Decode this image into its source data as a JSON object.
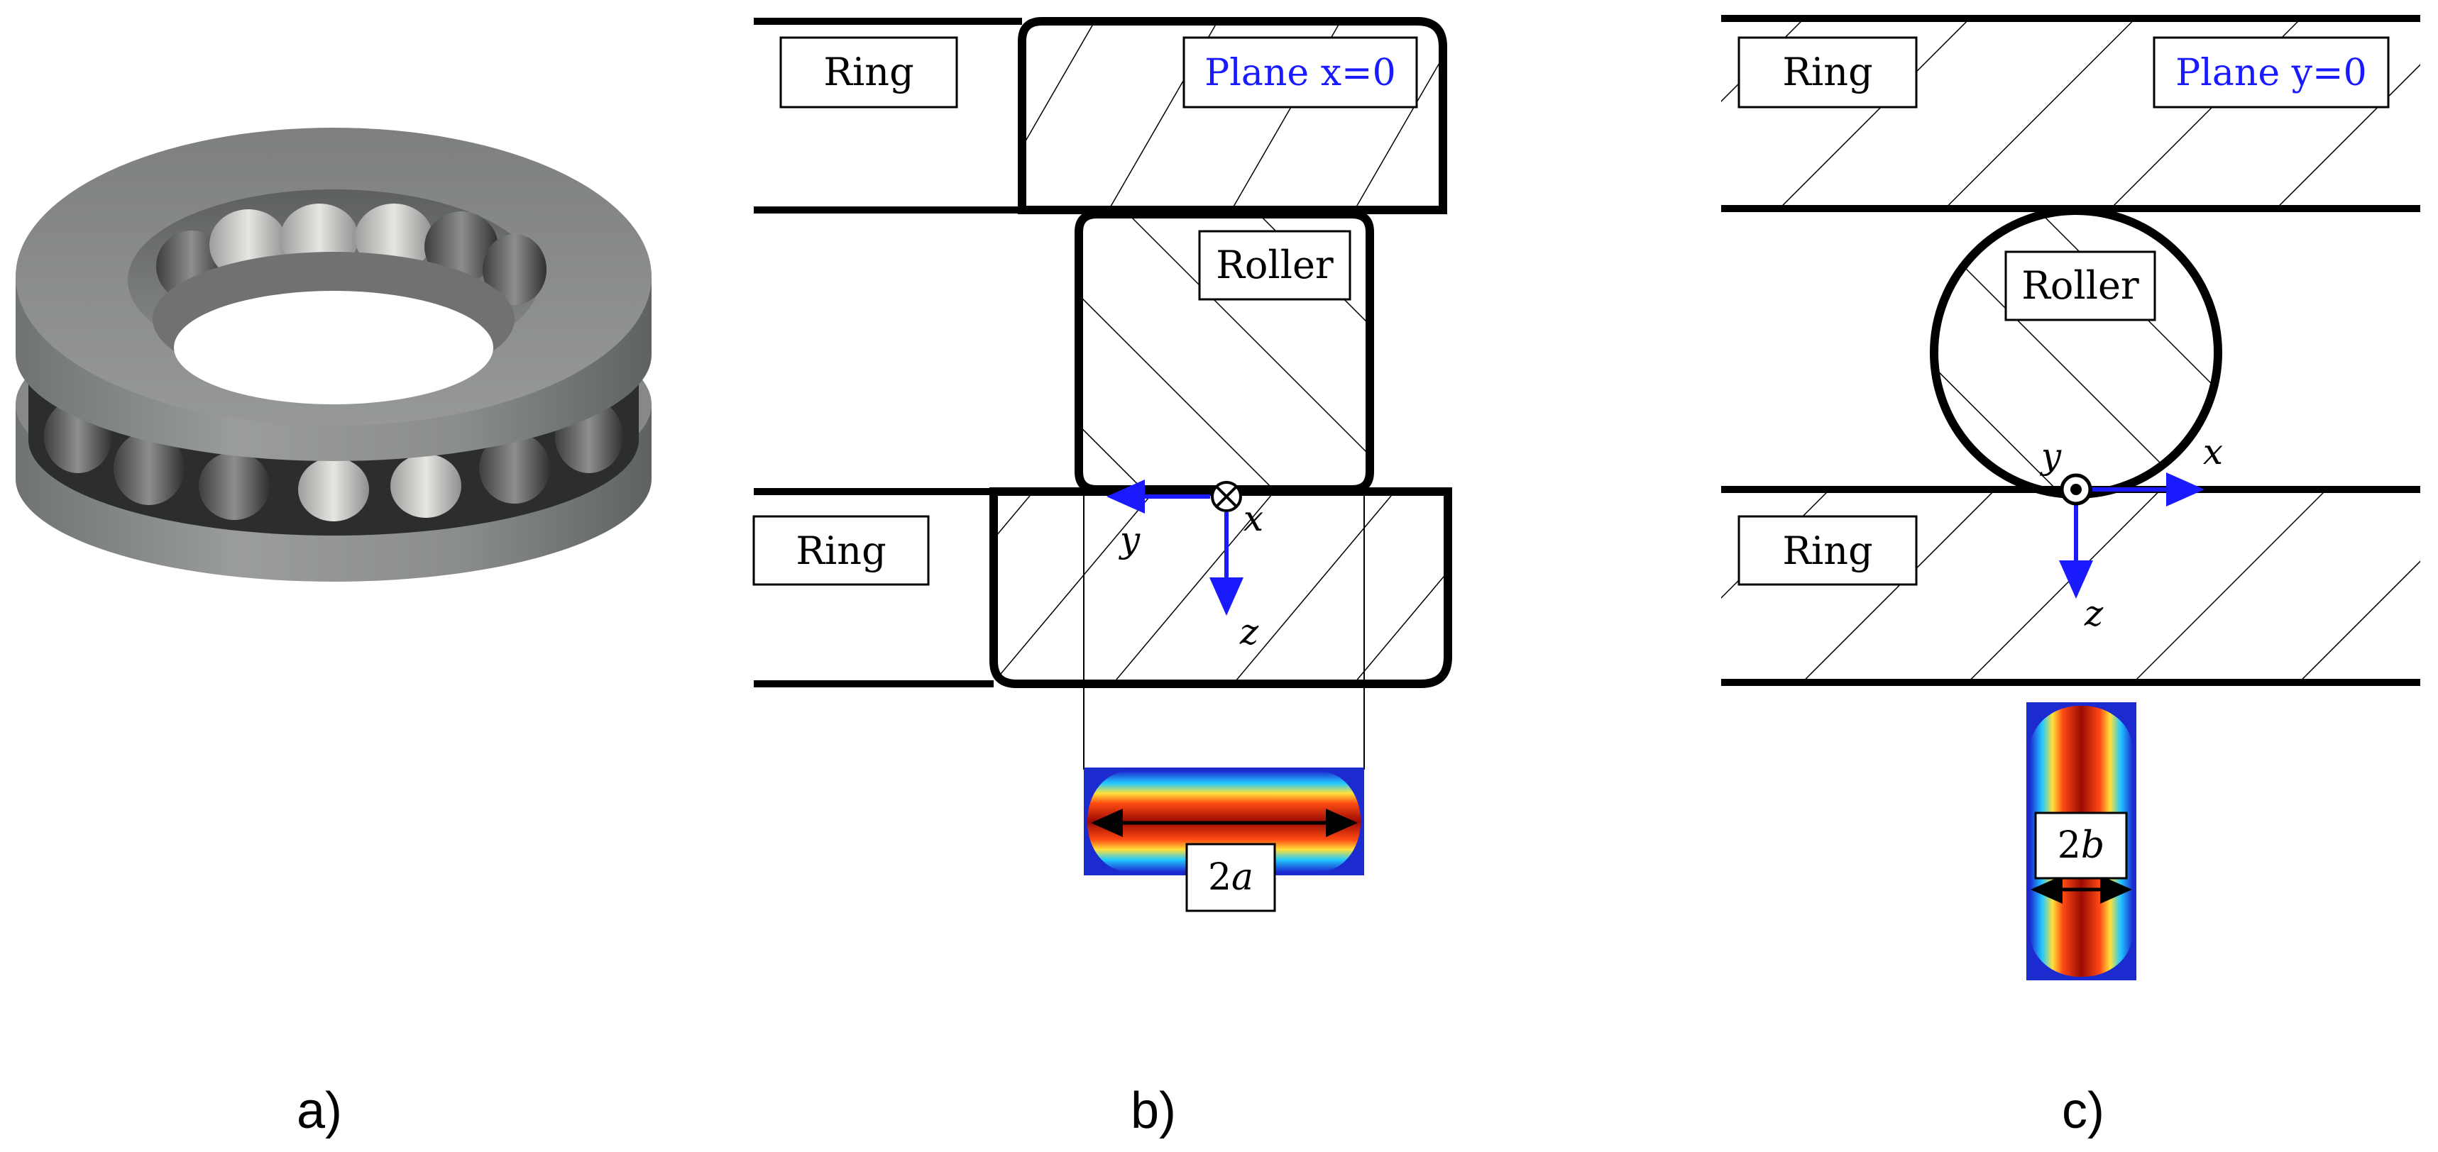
{
  "panel_a": {
    "caption": "a)"
  },
  "panel_b": {
    "caption": "b)",
    "top_ring_label": "Ring",
    "plane_label": "Plane x=0",
    "roller_label": "Roller",
    "bottom_ring_label": "Ring",
    "axis_y": "y",
    "axis_x": "x",
    "axis_z": "z",
    "dim_number": "2",
    "dim_symbol": "a"
  },
  "panel_c": {
    "caption": "c)",
    "top_ring_label": "Ring",
    "plane_label": "Plane y=0",
    "roller_label": "Roller",
    "bottom_ring_label": "Ring",
    "axis_y": "y",
    "axis_x": "x",
    "axis_z": "z",
    "dim_number": "2",
    "dim_symbol": "b"
  },
  "colors": {
    "axis_blue": "#1a1aff",
    "outline": "#000000",
    "bearing_gray": "#8a8d8c"
  }
}
